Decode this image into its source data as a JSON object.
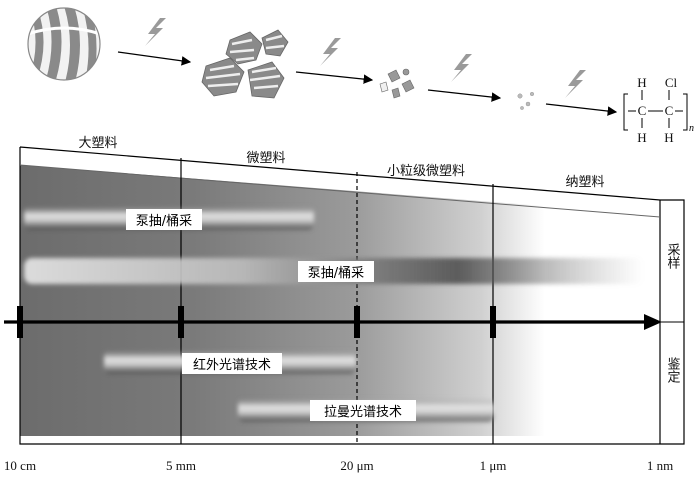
{
  "size_categories": [
    {
      "id": "macro",
      "label": "大塑料"
    },
    {
      "id": "micro",
      "label": "微塑料"
    },
    {
      "id": "small-micro",
      "label": "小粒级微塑料"
    },
    {
      "id": "nano",
      "label": "纳塑料"
    }
  ],
  "scale_ticks": [
    "10 cm",
    "5 mm",
    "20 μm",
    "1 μm",
    "1 nm"
  ],
  "methods": {
    "sampling_label": "采样",
    "identification_label": "鉴定",
    "bars": [
      {
        "id": "pump-bucket-1",
        "label": "泵抽/桶采"
      },
      {
        "id": "pump-bucket-2",
        "label": "泵抽/桶采"
      },
      {
        "id": "ir-spectroscopy",
        "label": "红外光谱技术"
      },
      {
        "id": "raman-spectroscopy",
        "label": "拉曼光谱技术"
      }
    ]
  },
  "molecule": {
    "atoms": {
      "h": "H",
      "c": "C",
      "cl": "Cl"
    },
    "subscript": "n"
  },
  "colors": {
    "dark_gray": "#6e6e6e",
    "ball_stripe": "#8a8a8a",
    "lightning": "#9a9a9a",
    "axis": "#000000"
  }
}
